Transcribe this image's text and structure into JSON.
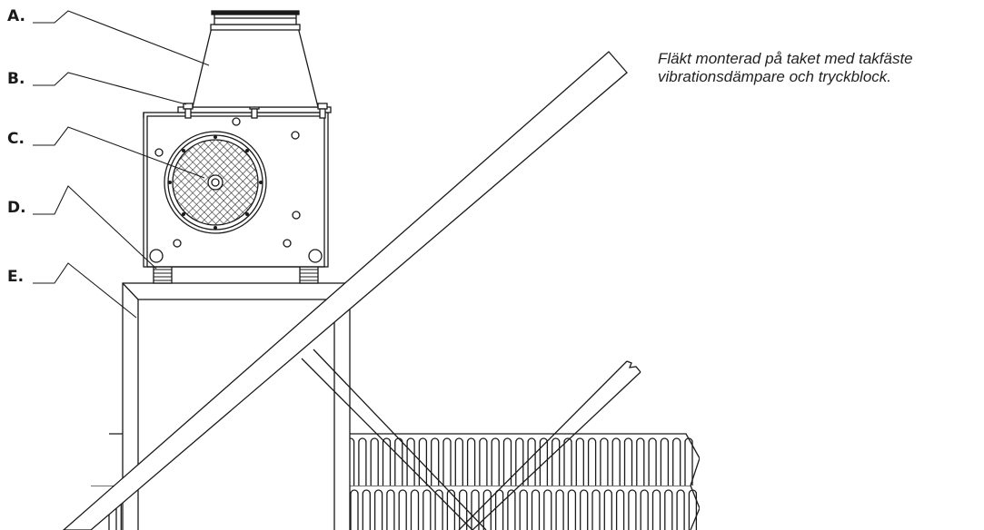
{
  "labels": {
    "a": "A.",
    "b": "B.",
    "c": "C.",
    "d": "D.",
    "e": "E."
  },
  "caption": {
    "line1": "Fläkt monterad på taket med takfäste",
    "line2": "vibrationsdämpare och tryckblock."
  },
  "colors": {
    "stroke": "#1a1a1a",
    "background": "#ffffff"
  }
}
